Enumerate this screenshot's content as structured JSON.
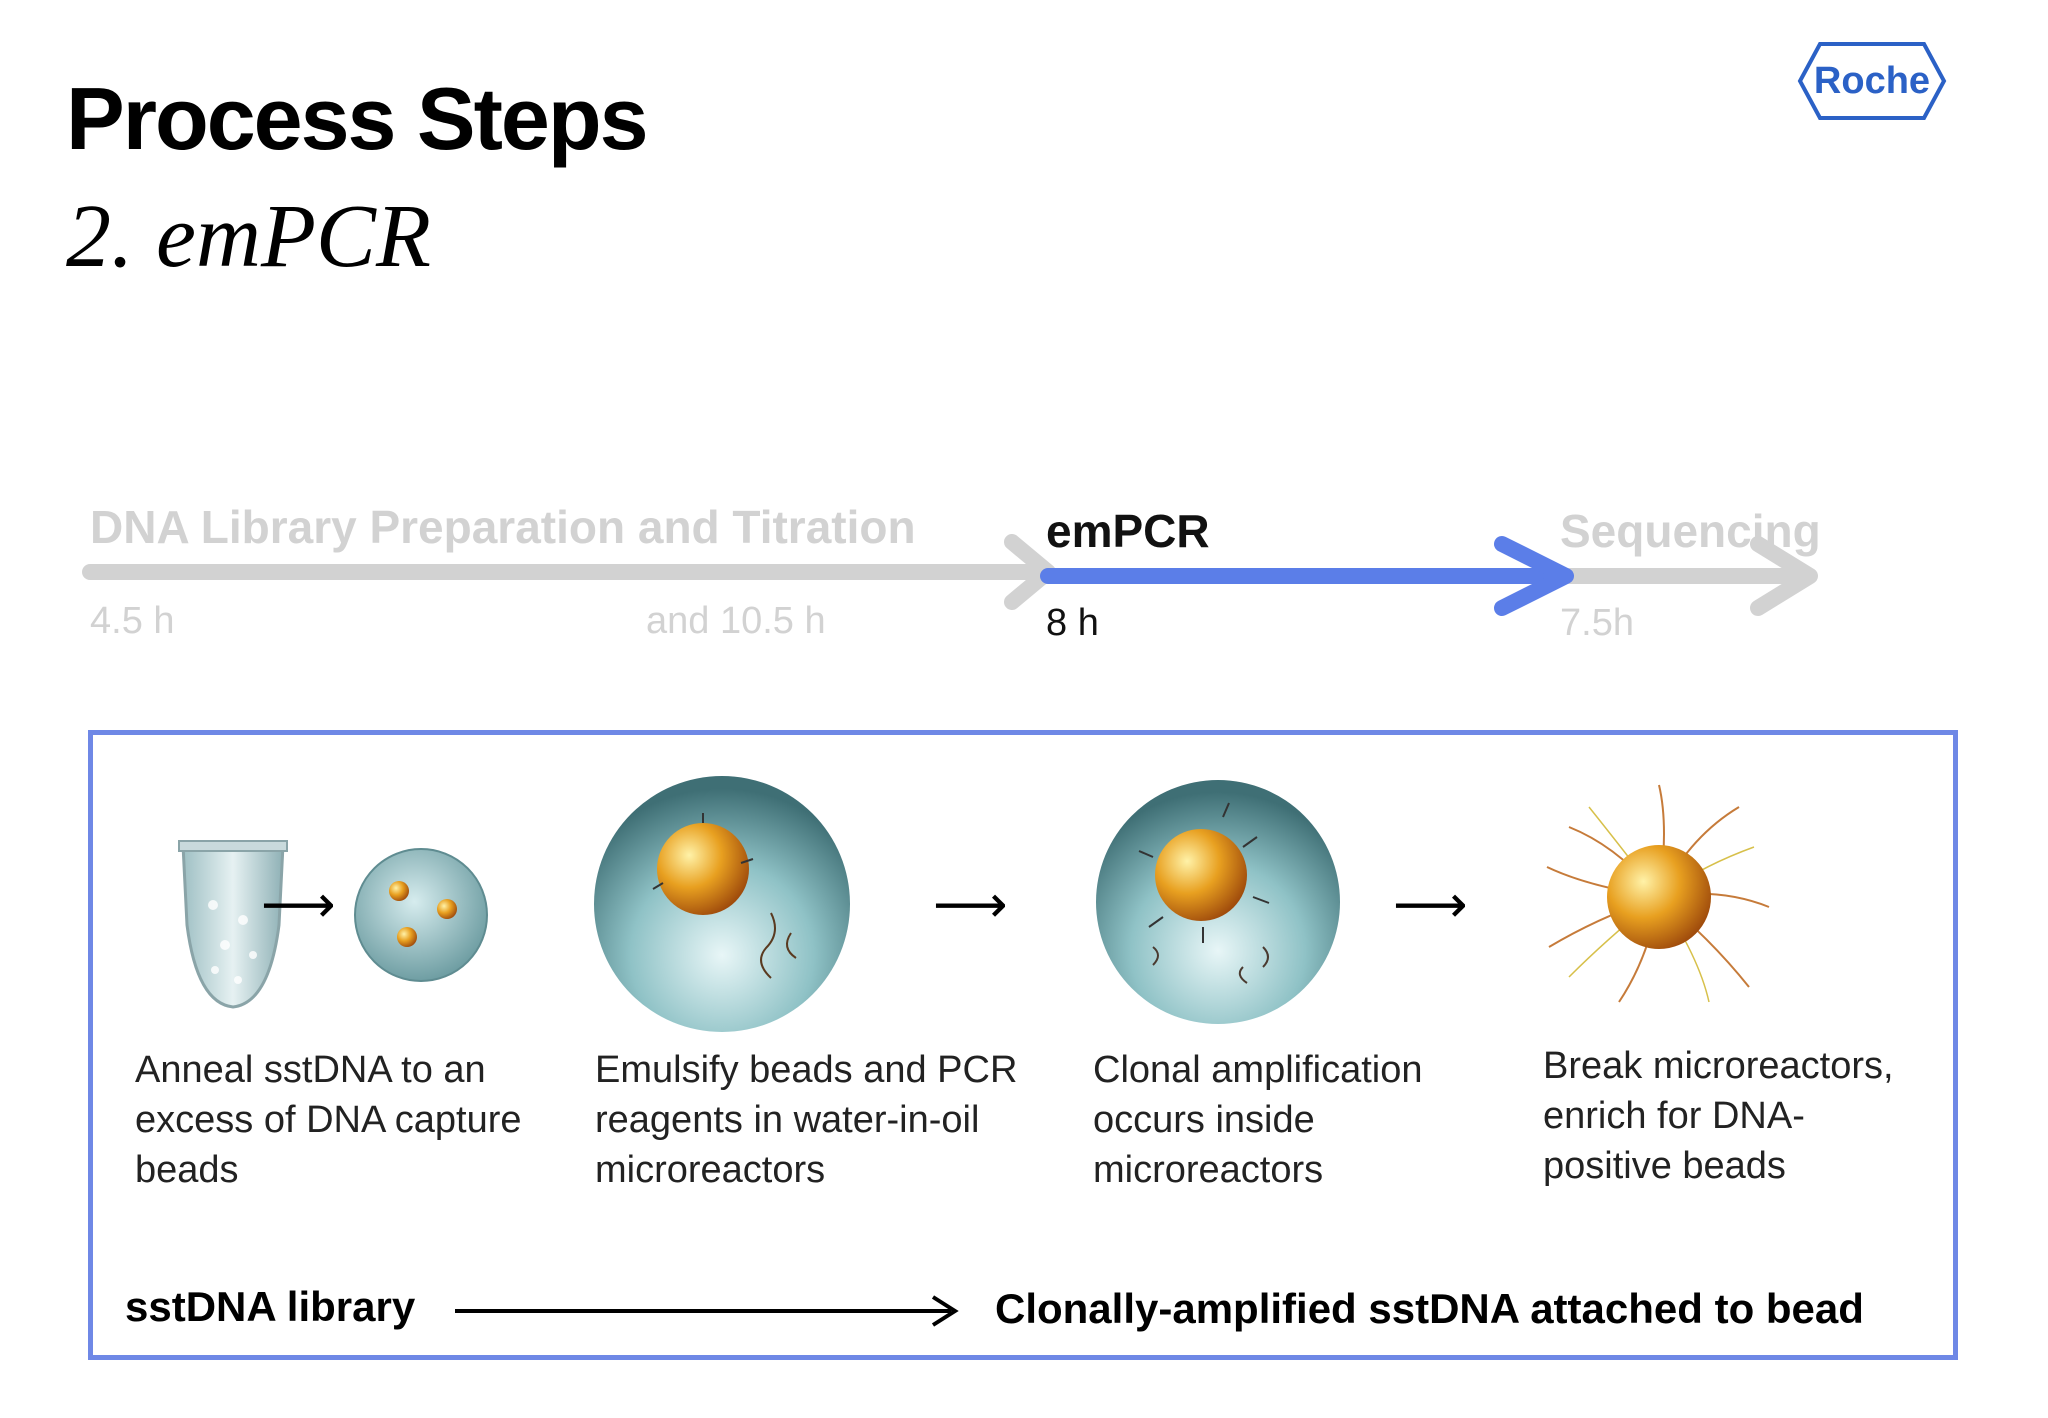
{
  "header": {
    "title": "Process Steps",
    "subtitle": "2. emPCR"
  },
  "logo": {
    "text": "Roche",
    "color": "#2b61c6"
  },
  "timeline": {
    "stages": [
      {
        "label": "DNA Library Preparation and Titration",
        "times": [
          "4.5 h",
          "and 10.5 h"
        ],
        "state": "inactive"
      },
      {
        "label": "emPCR",
        "times": [
          "8 h"
        ],
        "state": "active"
      },
      {
        "label": "Sequencing",
        "times": [
          "7.5h"
        ],
        "state": "inactive"
      }
    ],
    "active_color": "#5b7ee8",
    "inactive_color": "#d2d2d2"
  },
  "steps": [
    {
      "text": "Anneal sstDNA to an excess of DNA capture beads",
      "image": "tube-and-droplet-with-beads"
    },
    {
      "text": "Emulsify beads and PCR reagents in water-in-oil microreactors",
      "image": "microreactor-with-single-bead"
    },
    {
      "text": "Clonal amplification occurs inside microreactors",
      "image": "microreactor-with-amplified-bead"
    },
    {
      "text": "Break microreactors, enrich for DNA-positive beads",
      "image": "enriched-dna-bead"
    }
  ],
  "flow": {
    "from": "sstDNA library",
    "to": "Clonally-amplified sstDNA attached to bead"
  },
  "colors": {
    "panel_border": "#6f88e6",
    "bead": "#e8a020",
    "droplet": "#7fb3b5"
  }
}
